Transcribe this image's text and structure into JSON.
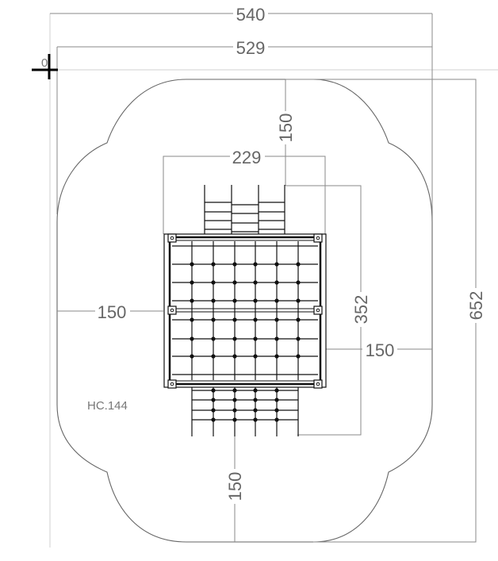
{
  "drawing": {
    "origin_label": "0",
    "model_label": "HC.144",
    "dimensions": {
      "overall_width": "540",
      "inner_width": "529",
      "top_clearance": "150",
      "structure_width": "229",
      "left_clearance": "150",
      "structure_depth": "352",
      "right_clearance": "150",
      "overall_depth": "652",
      "bottom_clearance": "150"
    }
  }
}
